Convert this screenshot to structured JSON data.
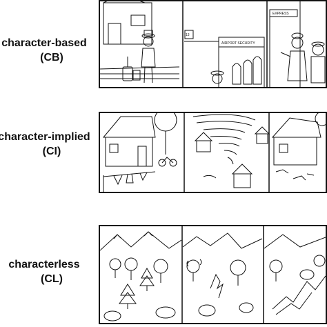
{
  "rows": [
    {
      "name": "character-based",
      "code": "(CB)",
      "panel_signs": {
        "partial_sign": "13",
        "security": "AIRPORT SECURITY",
        "express": "EXPRESS"
      }
    },
    {
      "name": "character-implied",
      "code": "(CI)"
    },
    {
      "name": "characterless",
      "code": "(CL)"
    }
  ],
  "colors": {
    "ink": "#111111",
    "background": "#ffffff"
  }
}
